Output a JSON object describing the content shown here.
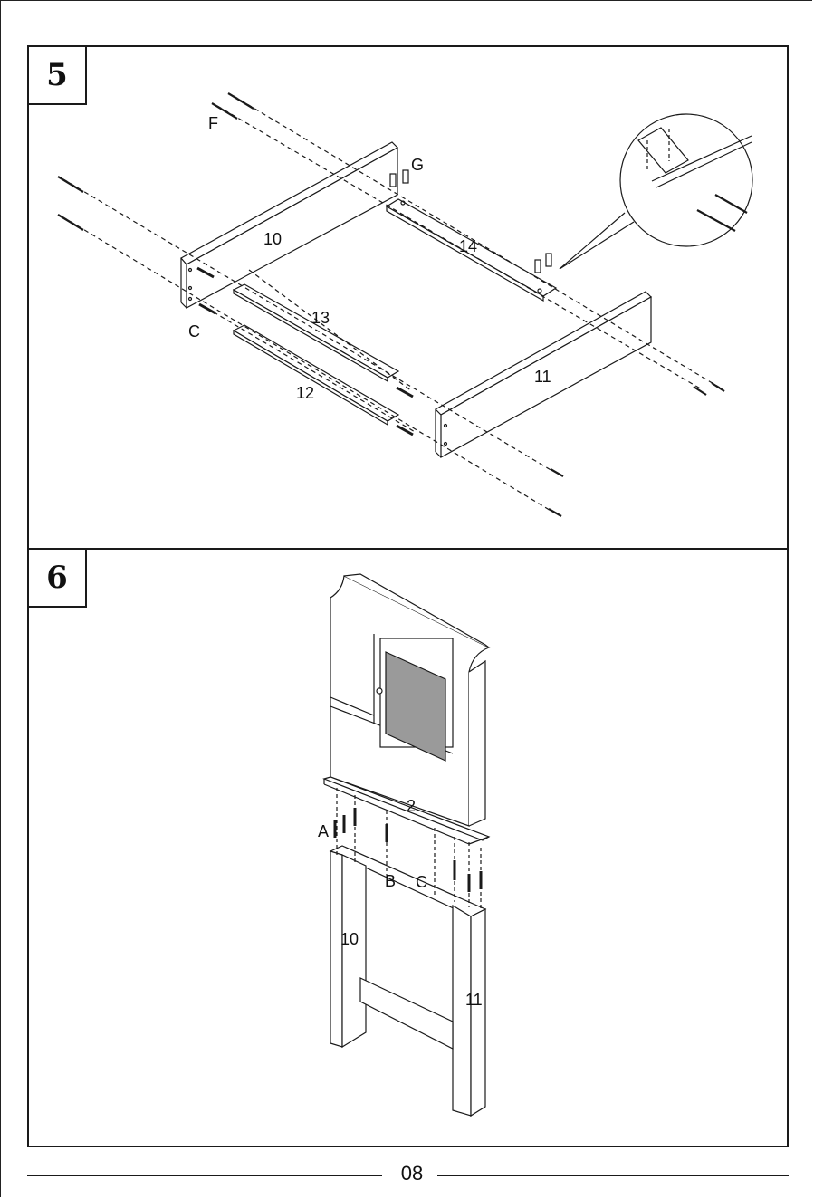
{
  "steps": [
    {
      "number": "5",
      "part_labels": {
        "p10": "10",
        "p11": "11",
        "p12": "12",
        "p13": "13",
        "p14": "14"
      },
      "hardware_labels": {
        "F": "F",
        "G": "G",
        "C": "C"
      }
    },
    {
      "number": "6",
      "part_labels": {
        "p2": "2",
        "p10": "10",
        "p11": "11"
      },
      "hardware_labels": {
        "A": "A",
        "B": "B",
        "C": "C"
      }
    }
  ],
  "footer": {
    "page_number": "08"
  },
  "colors": {
    "line": "#1a1a1a",
    "mirror": "#9a9a9a"
  }
}
